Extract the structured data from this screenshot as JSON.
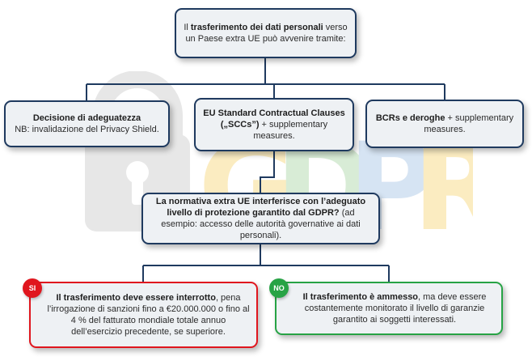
{
  "colors": {
    "border": "#1f3a5f",
    "box_fill": "#eef1f4",
    "si_accent": "#e0161e",
    "no_accent": "#27a345",
    "watermark_grey": "#e7e7e7",
    "watermark_yellow": "#fbecc1",
    "watermark_green": "#d8ecd6",
    "watermark_blue": "#d6e4f3"
  },
  "watermark": {
    "icon": "padlock-icon",
    "text": "GDPR"
  },
  "top": {
    "text1": "Il ",
    "bold": "trasferimento dei dati personali",
    "text2": " verso un Paese extra UE può avvenire tramite:"
  },
  "adeguatezza": {
    "bold": "Decisione di adeguatezza",
    "text": "NB: invalidazione del Privacy Shield."
  },
  "scc": {
    "bold": "EU Standard Contractual Clauses („SCCs”)",
    "text": " + supplementary measures."
  },
  "bcr": {
    "bold": "BCRs e deroghe",
    "text": " + supplementary measures."
  },
  "normativa": {
    "bold": "La normativa extra UE interferisce con l’adeguato livello di protezione garantito dal GDPR?",
    "text": " (ad esempio: accesso delle autorità governative ai dati personali)."
  },
  "si": {
    "badge": "SI",
    "bold": "Il trasferimento deve essere interrotto",
    "text": ", pena l’irrogazione di sanzioni fino a €20.000.000 o fino al 4 % del fatturato mondiale totale annuo dell’esercizio precedente, se superiore."
  },
  "no": {
    "badge": "NO",
    "bold": "Il trasferimento è ammesso",
    "text": ", ma deve essere costantemente monitorato il livello di garanzie garantito ai soggetti interessati."
  }
}
